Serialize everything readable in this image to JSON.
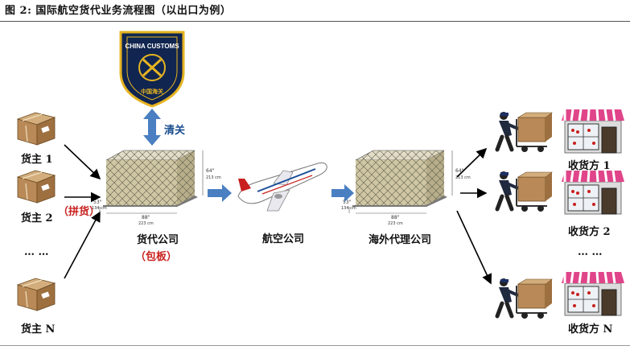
{
  "header": {
    "title": "图 2: 国际航空货代业务流程图（以出口为例）"
  },
  "customs": {
    "emblem_text": "CHINA CUSTOMS",
    "emblem_cn": "中国海关",
    "action_label": "清关"
  },
  "shippers": {
    "items": [
      "货主 1",
      "货主 2",
      "…  …",
      "货主 N"
    ],
    "consolidation_label": "（拼货）"
  },
  "forwarder": {
    "label": "货代公司",
    "sub_label": "（包板）"
  },
  "airline": {
    "label": "航空公司"
  },
  "agent": {
    "label": "海外代理公司"
  },
  "consignees": {
    "items": [
      "收货方 1",
      "收货方 2",
      "…  …",
      "收货方 N"
    ]
  },
  "pallet": {
    "dim_height": "64\"",
    "dim_height_cm": "213 cm",
    "dim_depth": "53\"",
    "dim_depth_cm": "134 cm",
    "dim_width": "88\"",
    "dim_width_cm": "223 cm"
  },
  "colors": {
    "arrow_blue": "#4a7fc1",
    "emblem_navy": "#10254f",
    "emblem_gold": "#e6b422",
    "box_brown": "#b98a57",
    "awning_pink": "#e0458a"
  }
}
